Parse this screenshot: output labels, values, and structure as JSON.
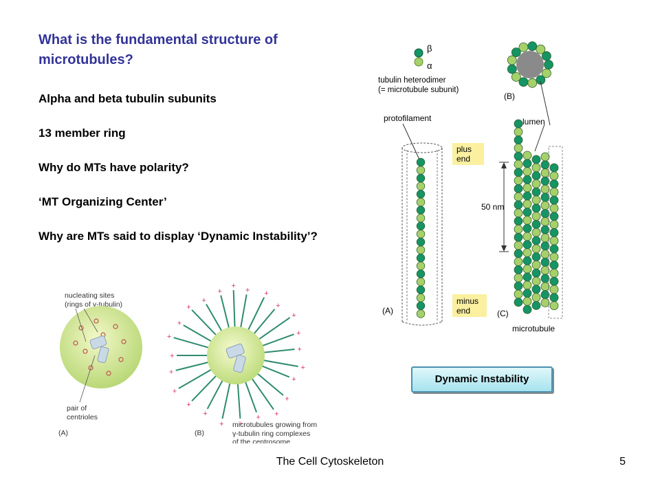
{
  "slide": {
    "title": "What is the fundamental structure of microtubules?",
    "bullets": [
      "Alpha and beta tubulin subunits",
      "13 member ring",
      "Why do MTs have polarity?",
      "‘MT Organizing Center’",
      "Why are MTs said to display ‘Dynamic Instability’?"
    ],
    "footer": "The Cell Cytoskeleton",
    "page_number": "5",
    "button_label": "Dynamic Instability"
  },
  "figure_tubule": {
    "beta": "β",
    "alpha": "α",
    "heterodimer_line1": "tubulin heterodimer",
    "heterodimer_line2": "(= microtubule subunit)",
    "panel_b": "(B)",
    "protofilament": "protofilament",
    "lumen": "lumen",
    "plus_line1": "plus",
    "plus_line2": "end",
    "minus_line1": "minus",
    "minus_line2": "end",
    "nm": "50 nm",
    "panel_a": "(A)",
    "panel_c": "(C)",
    "microtubule": "microtubule",
    "colors": {
      "alpha": "#a6d16a",
      "beta": "#159464",
      "label_box": "#faf0a0"
    }
  },
  "figure_centrosome": {
    "nucleating_line1": "nucleating sites",
    "nucleating_line2": "(rings of γ-tubulin)",
    "pair_line1": "pair of",
    "pair_line2": "centrioles",
    "panel_a": "(A)",
    "panel_b": "(B)",
    "growing_line1": "microtubules growing from",
    "growing_line2": "γ-tubulin ring complexes",
    "growing_line3": "of the centrosome",
    "plus_sign": "+"
  }
}
